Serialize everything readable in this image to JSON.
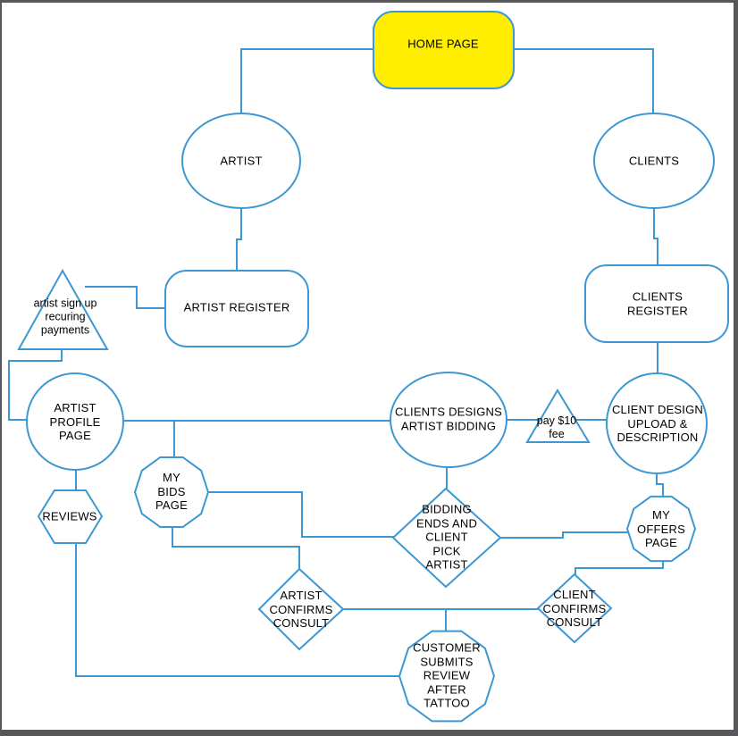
{
  "diagram": {
    "type": "flowchart",
    "colors": {
      "line": "#3D97D3",
      "node_fill": "#FFFFFF",
      "highlight_fill": "#FFEE00",
      "text": "#000000",
      "frame": "#58585A",
      "background": "#FFFFFF"
    },
    "nodes": {
      "home_page": {
        "label": "HOME PAGE",
        "shape": "rounded-rectangle",
        "fill": "#FFEE00"
      },
      "artist": {
        "label": "ARTIST",
        "shape": "ellipse",
        "fill": "#FFFFFF"
      },
      "clients": {
        "label": "CLIENTS",
        "shape": "ellipse",
        "fill": "#FFFFFF"
      },
      "artist_register": {
        "label": "ARTIST REGISTER",
        "shape": "rounded-rectangle",
        "fill": "#FFFFFF"
      },
      "clients_register": {
        "label": "CLIENTS REGISTER",
        "shape": "rounded-rectangle",
        "fill": "#FFFFFF"
      },
      "artist_signup": {
        "label": "artist sign up\nrecuring\npayments",
        "shape": "triangle",
        "fill": "#FFFFFF"
      },
      "artist_profile": {
        "label": "ARTIST\nPROFILE\nPAGE",
        "shape": "circle",
        "fill": "#FFFFFF"
      },
      "clients_designs": {
        "label": "CLIENTS DESIGNS\nARTIST BIDDING",
        "shape": "ellipse",
        "fill": "#FFFFFF"
      },
      "pay_fee": {
        "label": "pay $10\nfee",
        "shape": "triangle",
        "fill": "#FFFFFF"
      },
      "client_design": {
        "label": "CLIENT DESIGN\nUPLOAD &\nDESCRIPTION",
        "shape": "circle",
        "fill": "#FFFFFF"
      },
      "my_bids": {
        "label": "MY\nBIDS\nPAGE",
        "shape": "decagon",
        "fill": "#FFFFFF"
      },
      "reviews": {
        "label": "REVIEWS",
        "shape": "hexagon",
        "fill": "#FFFFFF"
      },
      "bidding_ends": {
        "label": "BIDDING\nENDS AND\nCLIENT\nPICK\nARTIST",
        "shape": "diamond",
        "fill": "#FFFFFF"
      },
      "my_offers": {
        "label": "MY\nOFFERS\nPAGE",
        "shape": "decagon",
        "fill": "#FFFFFF"
      },
      "artist_confirms": {
        "label": "ARTIST\nCONFIRMS\nCONSULT",
        "shape": "diamond",
        "fill": "#FFFFFF"
      },
      "client_confirms": {
        "label": "CLIENT\nCONFIRMS\nCONSULT",
        "shape": "diamond",
        "fill": "#FFFFFF"
      },
      "customer_review": {
        "label": "CUSTOMER\nSUBMITS\nREVIEW\nAFTER\nTATTOO",
        "shape": "decagon",
        "fill": "#FFFFFF"
      }
    },
    "edges": [
      {
        "from": "home_page",
        "to": "artist"
      },
      {
        "from": "home_page",
        "to": "clients"
      },
      {
        "from": "artist",
        "to": "artist_register"
      },
      {
        "from": "clients",
        "to": "clients_register"
      },
      {
        "from": "artist_signup",
        "to": "artist_register"
      },
      {
        "from": "artist_signup",
        "to": "artist_profile"
      },
      {
        "from": "artist_profile",
        "to": "clients_designs"
      },
      {
        "from": "artist_profile",
        "to": "my_bids"
      },
      {
        "from": "artist_profile",
        "to": "reviews"
      },
      {
        "from": "clients_designs",
        "to": "client_design",
        "via": "pay_fee"
      },
      {
        "from": "clients_register",
        "to": "client_design"
      },
      {
        "from": "client_design",
        "to": "my_offers"
      },
      {
        "from": "clients_designs",
        "to": "bidding_ends"
      },
      {
        "from": "my_bids",
        "to": "bidding_ends"
      },
      {
        "from": "bidding_ends",
        "to": "my_offers"
      },
      {
        "from": "my_bids",
        "to": "artist_confirms"
      },
      {
        "from": "my_offers",
        "to": "client_confirms"
      },
      {
        "from": "artist_confirms",
        "to": "client_confirms"
      },
      {
        "from": "artist_confirms",
        "to": "customer_review"
      },
      {
        "from": "reviews",
        "to": "customer_review"
      }
    ]
  }
}
